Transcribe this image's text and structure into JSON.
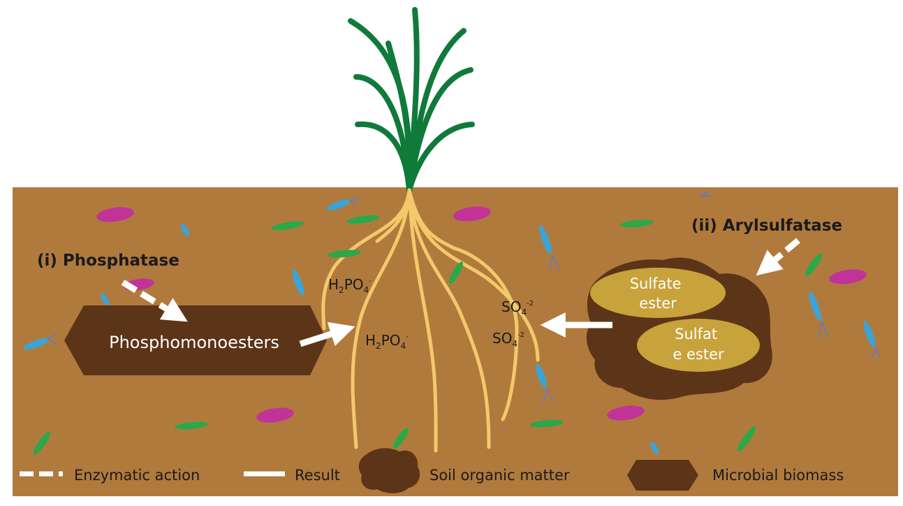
{
  "labels": {
    "phosphatase": "(i) Phosphatase",
    "arylsulfatase": "(ii) Arylsulfatase",
    "phosphomonoesters": "Phosphomonoesters",
    "h2po4": {
      "base": "H",
      "sub1": "2",
      "mid": "PO",
      "sub2": "4",
      "sup": "-"
    },
    "so4": {
      "base": "SO",
      "sub": "4",
      "sup": "-2"
    },
    "sulfate_ester_1": [
      "Sulfate",
      "ester"
    ],
    "sulfate_ester_2": [
      "Sulfat",
      "e ester"
    ]
  },
  "legend": {
    "enzymatic_action": "Enzymatic action",
    "result": "Result",
    "soil_organic_matter": "Soil organic matter",
    "microbial_biomass": "Microbial biomass"
  },
  "colors": {
    "soil": "#b07a3d",
    "dark_brown": "#5c3417",
    "ester_fill": "#c8a23a",
    "plant": "#0f7a3a",
    "root": "#f3c96b",
    "arrow": "#ffffff",
    "microbe_pink": "#c2339a",
    "microbe_green": "#2aa84a",
    "microbe_blue": "#3aa4d8",
    "antenna": "#7a7a9a"
  }
}
